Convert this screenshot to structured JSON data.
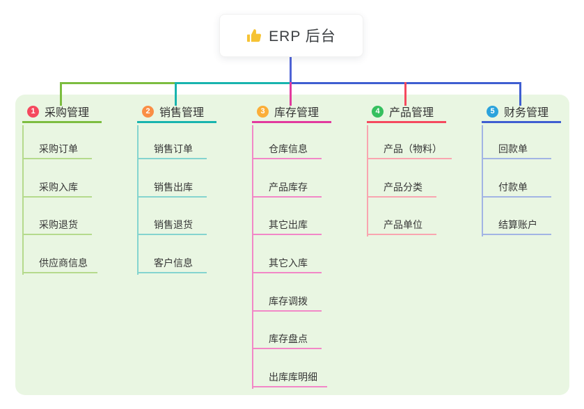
{
  "root": {
    "label": "ERP 后台",
    "icon": "thumbs-up",
    "icon_color": "#f6c334",
    "connector_color": "#4f63d6"
  },
  "panel": {
    "background_color": "#e9f6e2"
  },
  "branches": [
    {
      "badge": "1",
      "label": "采购管理",
      "colors": {
        "line": "#7cbd40",
        "light": "#b5da8c",
        "badge": "#f5495e"
      },
      "children": [
        "采购订单",
        "采购入库",
        "采购退货",
        "供应商信息"
      ]
    },
    {
      "badge": "2",
      "label": "销售管理",
      "colors": {
        "line": "#18b4ae",
        "light": "#84d4cf",
        "badge": "#fa8e45"
      },
      "children": [
        "销售订单",
        "销售出库",
        "销售退货",
        "客户信息"
      ]
    },
    {
      "badge": "3",
      "label": "库存管理",
      "colors": {
        "line": "#e23a9e",
        "light": "#f287c7",
        "badge": "#fbae38"
      },
      "children": [
        "仓库信息",
        "产品库存",
        "其它出库",
        "其它入库",
        "库存调拨",
        "库存盘点",
        "出库库明细"
      ]
    },
    {
      "badge": "4",
      "label": "产品管理",
      "colors": {
        "line": "#f5495e",
        "light": "#f9a5b0",
        "badge": "#36c05f"
      },
      "children": [
        "产品（物料）",
        "产品分类",
        "产品单位"
      ]
    },
    {
      "badge": "5",
      "label": "财务管理",
      "colors": {
        "line": "#3f5ed1",
        "light": "#a2b4e4",
        "badge": "#2ba3dc"
      },
      "children": [
        "回款单",
        "付款单",
        "结算账户"
      ]
    }
  ]
}
